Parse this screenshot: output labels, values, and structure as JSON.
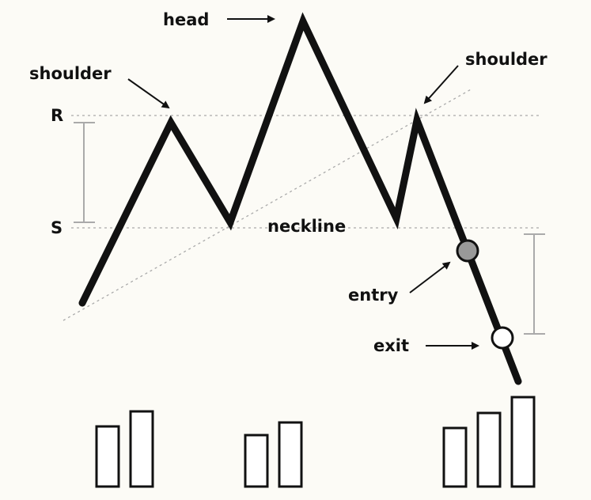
{
  "labels": {
    "head": "head",
    "shoulder_left": "shoulder",
    "shoulder_right": "shoulder",
    "resistance": "R",
    "support": "S",
    "neckline": "neckline",
    "entry": "entry",
    "exit": "exit"
  },
  "colors": {
    "background": "#fcfbf6",
    "price_line": "#111111",
    "entry_marker": "#999999",
    "exit_marker": "#ffffff",
    "guide_lines": "#aaaaaa"
  },
  "volume_groups": [
    {
      "name": "left-shoulder-volume",
      "values": [
        76,
        95
      ]
    },
    {
      "name": "head-volume",
      "values": [
        65,
        81
      ]
    },
    {
      "name": "breakdown-volume",
      "values": [
        74,
        93,
        113
      ]
    }
  ]
}
